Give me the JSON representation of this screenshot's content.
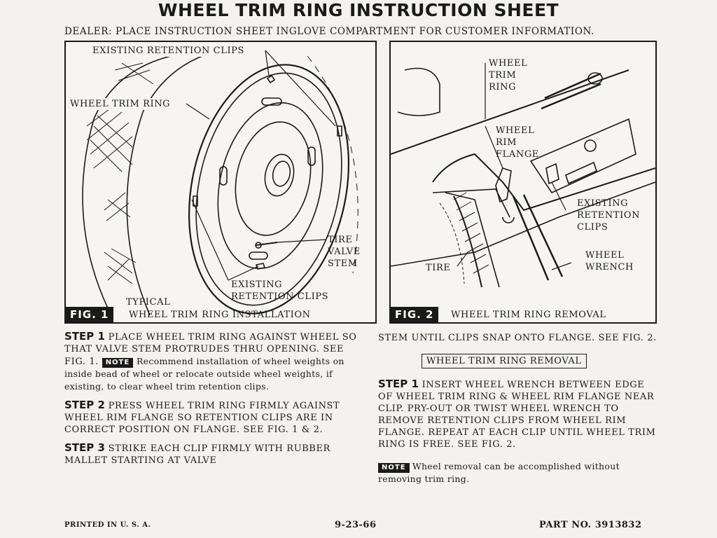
{
  "title": "WHEEL TRIM RING INSTRUCTION SHEET",
  "dealer_note": "DEALER: PLACE INSTRUCTION SHEET INGLOVE COMPARTMENT FOR CUSTOMER INFORMATION.",
  "fig1": {
    "tag": "FIG. 1",
    "caption_line1": "TYPICAL",
    "caption_line2": "WHEEL TRIM RING INSTALLATION",
    "labels": {
      "existing_clips_top": "EXISTING RETENTION CLIPS",
      "wheel_trim_ring": "WHEEL TRIM RING",
      "tire_valve_stem": [
        "TIRE",
        "VALVE",
        "STEM"
      ],
      "existing_clips_bottom": [
        "EXISTING",
        "RETENTION CLIPS"
      ]
    }
  },
  "fig2": {
    "tag": "FIG. 2",
    "caption": "WHEEL TRIM RING REMOVAL",
    "labels": {
      "wheel_trim_ring": [
        "WHEEL",
        "TRIM",
        "RING"
      ],
      "wheel_rim_flange": [
        "WHEEL",
        "RIM",
        "FLANGE"
      ],
      "existing_clips": [
        "EXISTING",
        "RETENTION",
        "CLIPS"
      ],
      "wheel_wrench": [
        "WHEEL",
        "WRENCH"
      ],
      "tire": "TIRE"
    }
  },
  "install": {
    "step1_label": "STEP 1",
    "step1_text": "PLACE WHEEL TRIM RING AGAINST WHEEL SO THAT VALVE STEM PROTRUDES THRU OPENING. SEE FIG. 1.",
    "note_badge": "NOTE",
    "step1_note": "Recommend installation of wheel weights on inside bead of wheel or relocate outside wheel weights, if existing, to clear wheel trim retention clips.",
    "step2_label": "STEP 2",
    "step2_text": "PRESS WHEEL TRIM RING FIRMLY AGAINST WHEEL RIM FLANGE SO RETENTION CLIPS ARE IN CORRECT POSITION ON FLANGE. SEE FIG. 1 & 2.",
    "step3_label": "STEP 3",
    "step3_text": "STRIKE EACH CLIP FIRMLY WITH RUBBER MALLET STARTING AT VALVE",
    "step3_cont": "STEM UNTIL CLIPS SNAP ONTO FLANGE. SEE FIG. 2."
  },
  "removal": {
    "heading": "WHEEL TRIM RING REMOVAL",
    "step1_label": "STEP 1",
    "step1_text": "INSERT WHEEL WRENCH BETWEEN EDGE OF WHEEL TRIM RING & WHEEL RIM FLANGE NEAR CLIP. PRY-OUT OR TWIST WHEEL WRENCH TO REMOVE RETENTION CLIPS FROM WHEEL RIM FLANGE. REPEAT AT EACH CLIP UNTIL WHEEL TRIM RING IS FREE. SEE FIG. 2.",
    "note_badge": "NOTE",
    "note_text": "Wheel removal can be accomplished without removing trim ring."
  },
  "footer": {
    "printed": "PRINTED IN U. S. A.",
    "date": "9-23-66",
    "part": "PART NO. 3913832"
  }
}
